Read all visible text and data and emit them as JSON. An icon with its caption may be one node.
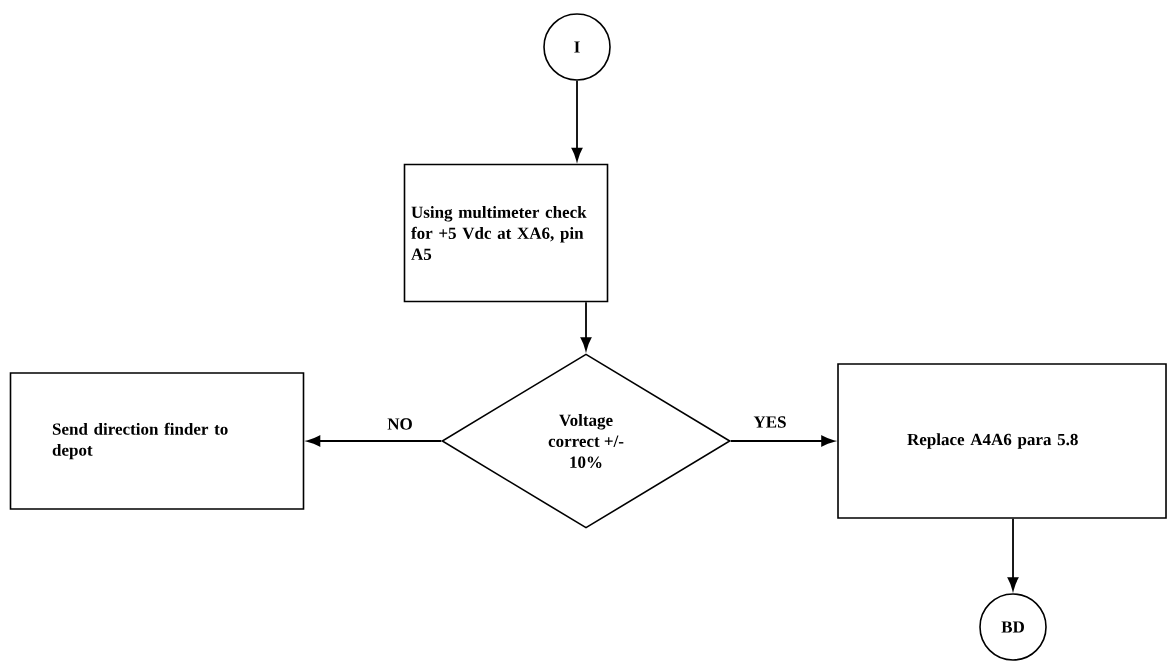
{
  "diagram": {
    "nodes": [
      {
        "text": [
          "I"
        ]
      },
      {
        "text": [
          "Using multimeter check for +5 Vdc at XA6, pin A5"
        ]
      },
      {
        "text": [
          "Voltage correct +/- 10%"
        ]
      },
      {
        "text": [
          "Send direction finder to depot"
        ]
      },
      {
        "text": [
          "Replace A4A6 para 5.8"
        ]
      },
      {
        "text": [
          "BD"
        ]
      }
    ],
    "edges": [
      {
        "from": 0,
        "to": 1,
        "arrow": "to"
      },
      {
        "from": 1,
        "to": 2,
        "arrow": "to"
      },
      {
        "from": 2,
        "to": 3,
        "arrow": "to",
        "label": "NO"
      },
      {
        "from": 2,
        "to": 4,
        "arrow": "to",
        "label": "YES"
      },
      {
        "from": 4,
        "to": 5,
        "arrow": "to"
      }
    ]
  }
}
